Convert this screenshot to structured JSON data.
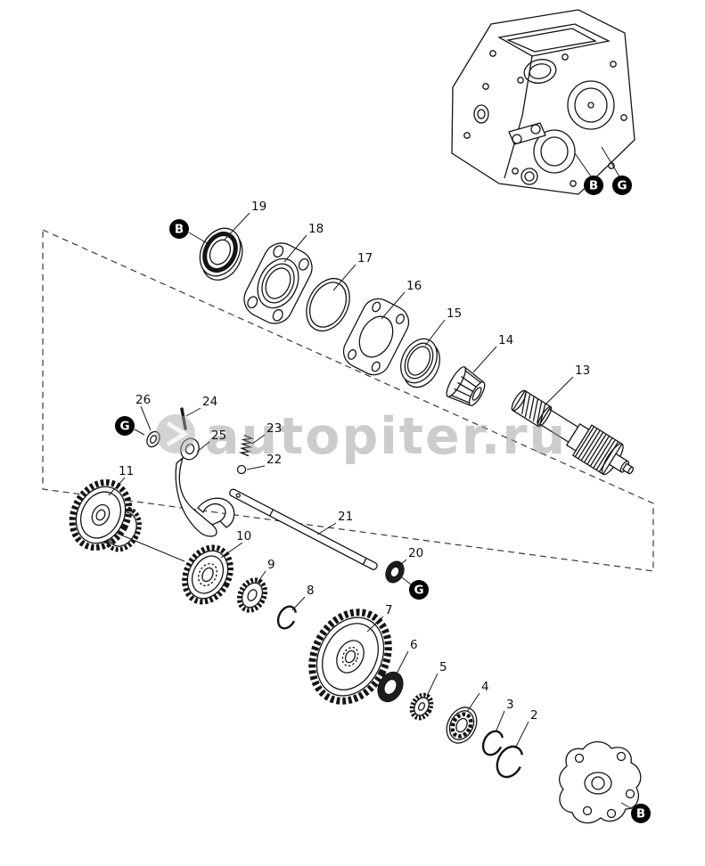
{
  "diagram": {
    "watermark_text": "autopiter.ru",
    "part_labels": {
      "2": "2",
      "3": "3",
      "4": "4",
      "5": "5",
      "6": "6",
      "7": "7",
      "8": "8",
      "9": "9",
      "10": "10",
      "11": "11",
      "13": "13",
      "14": "14",
      "15": "15",
      "16": "16",
      "17": "17",
      "18": "18",
      "19": "19",
      "20": "20",
      "21": "21",
      "22": "22",
      "23": "23",
      "24": "24",
      "25": "25",
      "26": "26"
    },
    "callouts": {
      "b": "B",
      "g": "G"
    },
    "colors": {
      "line": "#141414",
      "watermark_gray": "#9a9a9a",
      "callout_bg": "#000000"
    }
  }
}
